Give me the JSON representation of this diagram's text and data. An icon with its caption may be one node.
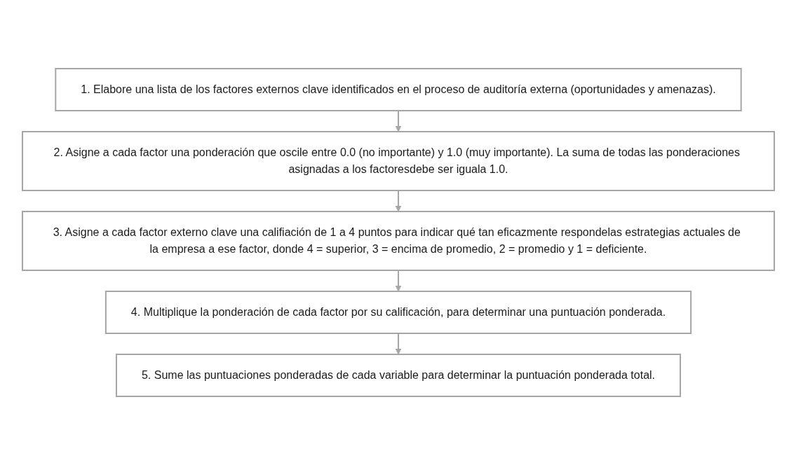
{
  "diagram": {
    "nodes": [
      {
        "text": [
          "1. Elabore una lista de los factores externos clave identificados en el proceso de auditoría externa (oportunidades y amenazas)."
        ]
      },
      {
        "text": [
          "2. Asigne a cada factor una ponderación que oscile entre 0.0 (no importante) y 1.0 (muy importante). La suma de todas las ponderaciones asignadas a los factoresdebe ser iguala 1.0."
        ]
      },
      {
        "text": [
          "3. Asigne a cada factor externo clave una califiación de 1 a 4 puntos para indicar qué tan eficazmente respondelas estrategias actuales de la empresa a ese factor, donde 4 = superior, 3 = encima de promedio, 2 = promedio y 1 = deficiente."
        ]
      },
      {
        "text": [
          "4. Multiplique la ponderación de cada factor por su calificación, para determinar una puntuación ponderada."
        ]
      },
      {
        "text": [
          "5. Sume las puntuaciones ponderadas de cada variable para determinar la puntuación ponderada total."
        ]
      }
    ],
    "edges": [
      {
        "from": 0,
        "to": 1,
        "arrow": "to"
      },
      {
        "from": 1,
        "to": 2,
        "arrow": "to"
      },
      {
        "from": 2,
        "to": 3,
        "arrow": "to"
      },
      {
        "from": 3,
        "to": 4,
        "arrow": "to"
      }
    ]
  }
}
